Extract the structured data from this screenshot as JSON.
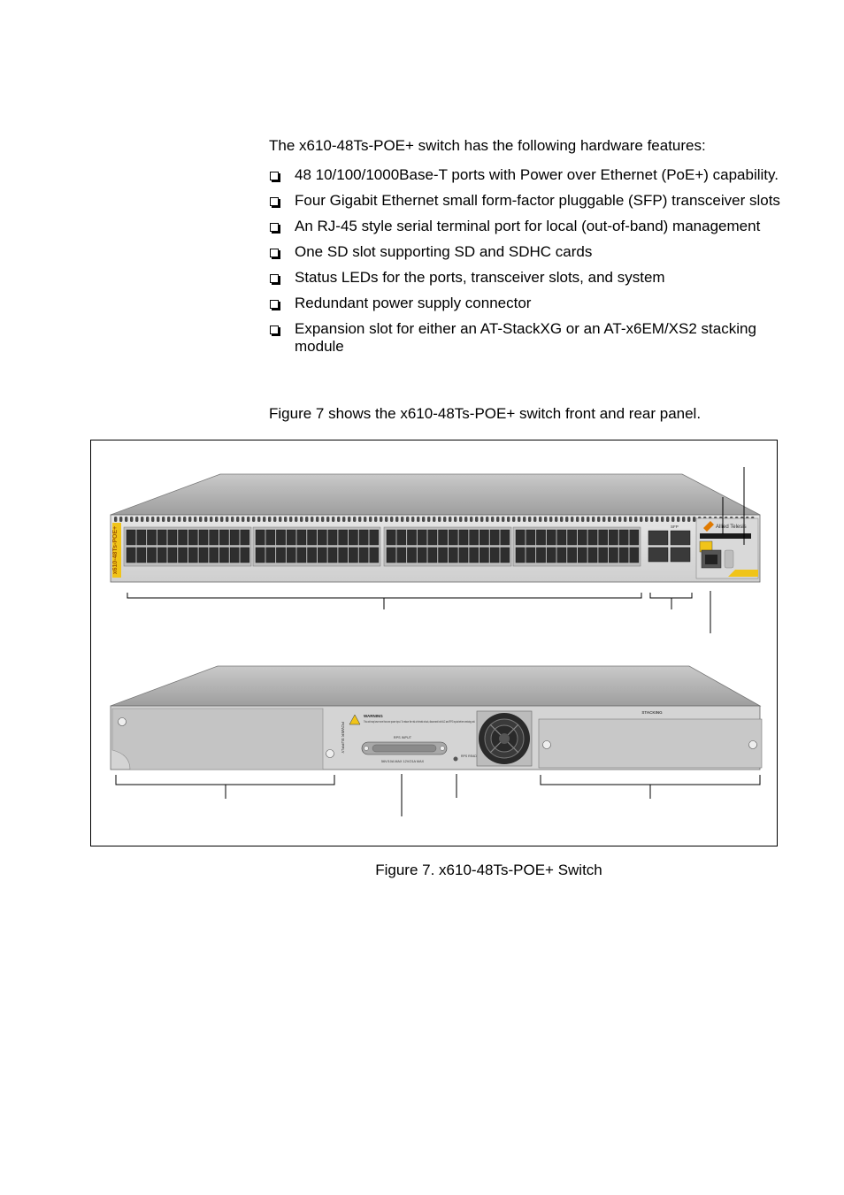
{
  "intro": "The x610-48Ts-POE+ switch has the following hardware features:",
  "features": [
    "48 10/100/1000Base-T ports with Power over Ethernet (PoE+) capability.",
    "Four Gigabit Ethernet small form-factor pluggable (SFP) transceiver slots",
    "An RJ-45 style serial terminal port for local (out-of-band) management",
    "One SD slot supporting SD and SDHC cards",
    "Status LEDs for the ports, transceiver slots, and system",
    "Redundant power supply connector",
    "Expansion slot for either an AT-StackXG or an AT-x6EM/XS2 stacking module"
  ],
  "figure_ref": "Figure 7 shows the x610-48Ts-POE+ switch front and rear panel.",
  "device": {
    "model_label": "x610-48Ts-POE+",
    "brand": "Allied Telesis",
    "sfp_label": "SFP",
    "rear_stacking": "STACKING",
    "rear_power_supply": "POWER SUPPLY",
    "rear_warning_title": "WARNING",
    "rear_warning_text": "This unit may have more than one power input. To reduce the risk of electric shock, disconnect both A/C and RPS inputs before servicing unit.",
    "rear_rps_input": "RPS INPUT",
    "rear_ratings": "56V/10A MAX   12V/21A MAX",
    "rear_rps_ready": "RPS READY"
  },
  "caption": "Figure 7. x610-48Ts-POE+ Switch"
}
